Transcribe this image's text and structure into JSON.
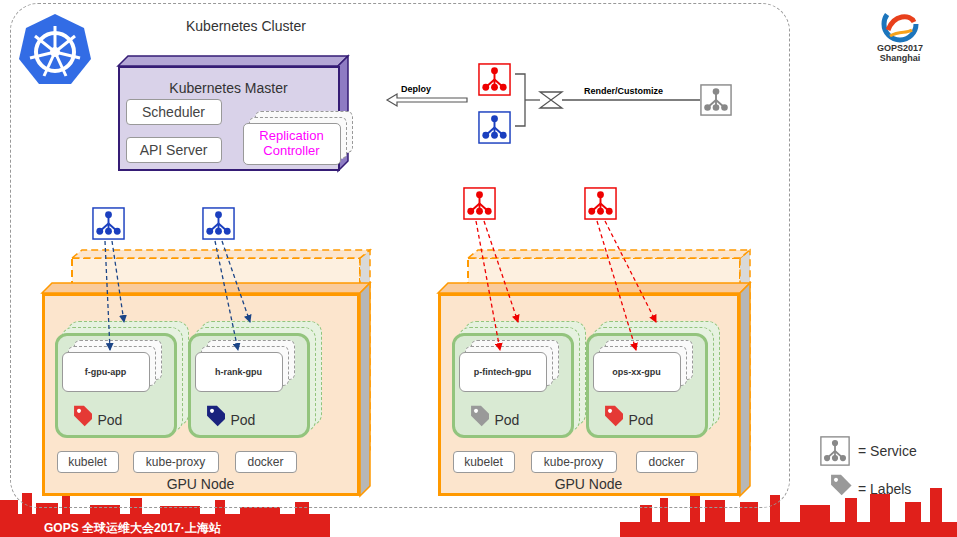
{
  "diagram": {
    "nodes": [
      {
        "text": [
          "Kubernetes Cluster"
        ]
      },
      {
        "text": [
          "Kubernetes Master"
        ],
        "in": 0
      },
      {
        "text": [
          "Scheduler"
        ],
        "in": 1
      },
      {
        "text": [
          "API Server"
        ],
        "in": 1
      },
      {
        "text": [
          "Replication Controller"
        ],
        "in": 1
      },
      {
        "text": [
          "GPU Node"
        ],
        "in": 0
      },
      {
        "text": [
          "Pod"
        ],
        "in": 5
      },
      {
        "text": [
          "f-gpu-app"
        ],
        "in": 6
      },
      {
        "text": [
          "Pod"
        ],
        "in": 5
      },
      {
        "text": [
          "h-rank-gpu"
        ],
        "in": 8
      },
      {
        "text": [
          "kubelet"
        ],
        "in": 5
      },
      {
        "text": [
          "kube-proxy"
        ],
        "in": 5
      },
      {
        "text": [
          "docker"
        ],
        "in": 5
      },
      {
        "text": [
          "GPU Node"
        ],
        "in": 0
      },
      {
        "text": [
          "Pod"
        ],
        "in": 13
      },
      {
        "text": [
          "p-fintech-gpu"
        ],
        "in": 14
      },
      {
        "text": [
          "Pod"
        ],
        "in": 13
      },
      {
        "text": [
          "ops-xx-gpu"
        ],
        "in": 16
      },
      {
        "text": [
          "kubelet"
        ],
        "in": 13
      },
      {
        "text": [
          "kube-proxy"
        ],
        "in": 13
      },
      {
        "text": [
          "docker"
        ],
        "in": 13
      }
    ],
    "labels": [
      "Deploy",
      "Render/Customize",
      "GOPS2017 Shanghai",
      "GOPS 全球运维大会2017·上海站"
    ],
    "legend": [
      {
        "text": "= Service"
      },
      {
        "text": "= Labels"
      }
    ]
  }
}
